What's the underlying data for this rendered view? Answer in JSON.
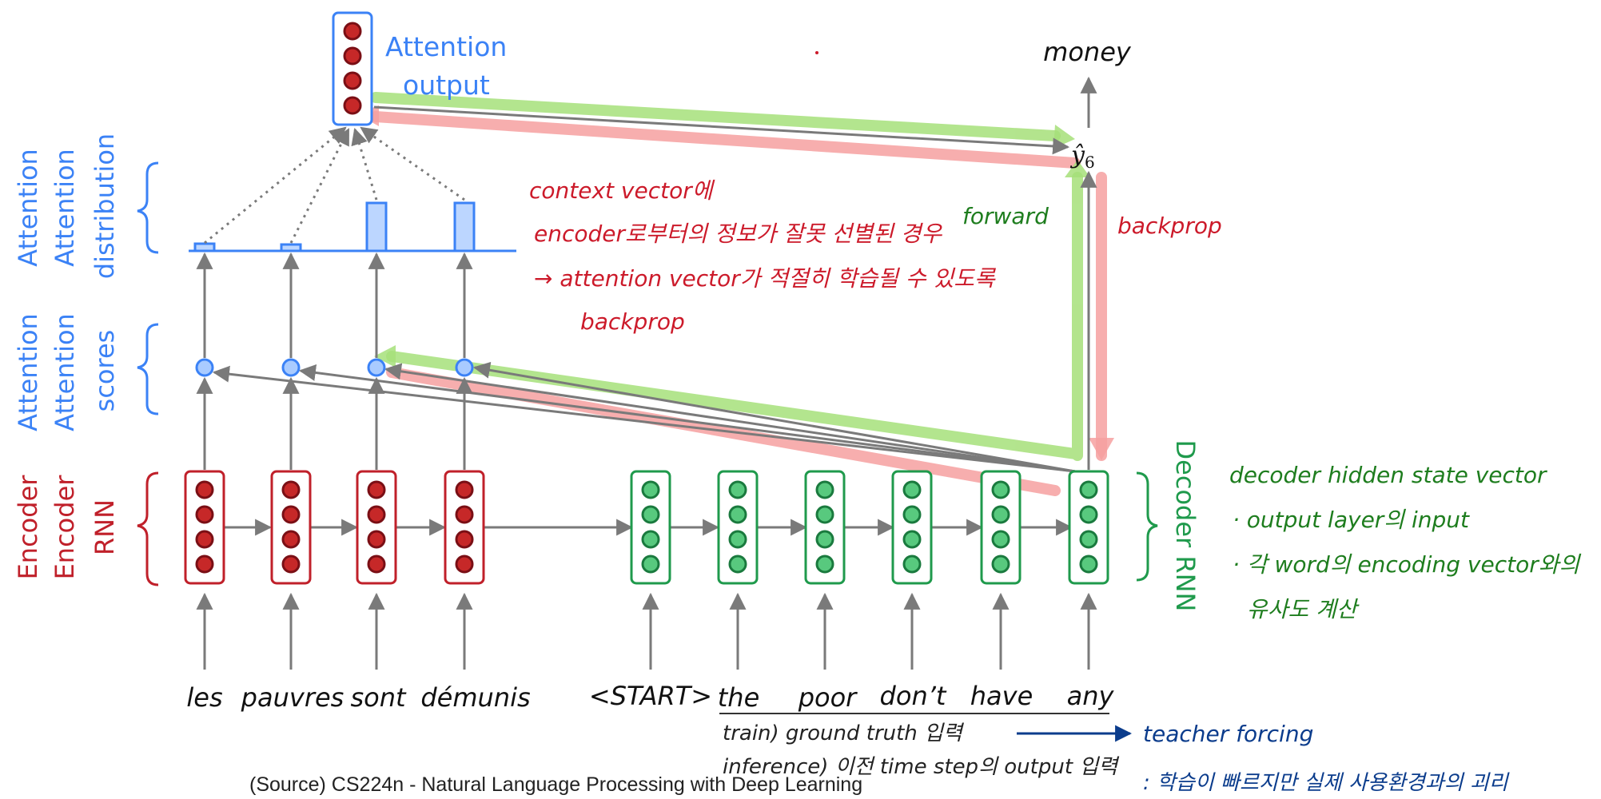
{
  "attention_output": {
    "label_line1": "Attention",
    "label_line2": "output"
  },
  "left_labels": {
    "attention_distribution": {
      "line1": "Attention",
      "line2": "Attention",
      "line3": "distribution"
    },
    "attention_scores": {
      "line1": "Attention",
      "line2": "Attention",
      "line3": "scores"
    },
    "encoder_rnn": {
      "line1": "Encoder",
      "line2": "Encoder",
      "line3": "RNN"
    }
  },
  "decoder_label": "Decoder RNN",
  "output_word": "money",
  "output_symbol": "ŷ",
  "output_subscript": "6",
  "source_words": [
    "les",
    "pauvres",
    "sont",
    "démunis"
  ],
  "target_words": [
    "<START>",
    "the",
    "poor",
    "don’t",
    "have",
    "any"
  ],
  "annotations": {
    "forward": "forward",
    "backprop": "backprop",
    "context_note": [
      "context vector에",
      "encoder로부터의 정보가 잘못 선별된 경우",
      "→ attention vector가 적절히 학습될 수 있도록",
      "backprop"
    ],
    "decoder_note": [
      "decoder hidden state vector",
      "· output layer의 input",
      "· 각 word의 encoding vector와의",
      "유사도 계산"
    ],
    "train": "train)  ground truth 입력",
    "teacher_forcing": "teacher forcing",
    "inference": "inference) 이전 time step의 output 입력",
    "teacher_note": ": 학습이 빠르지만 실제 사용환경과의 괴리"
  },
  "source_caption": "(Source) CS224n - Natural Language Processing with Deep Learning",
  "colors": {
    "encoder_red": "#c0202a",
    "decoder_green": "#1f9a4c",
    "attention_blue": "#3b82f6",
    "note_red": "#cc1a2a",
    "note_green": "#1e7d1e",
    "note_blue": "#0b3c8c",
    "forward_green": "#a6e07a",
    "backprop_pink": "#f6a0a0"
  }
}
